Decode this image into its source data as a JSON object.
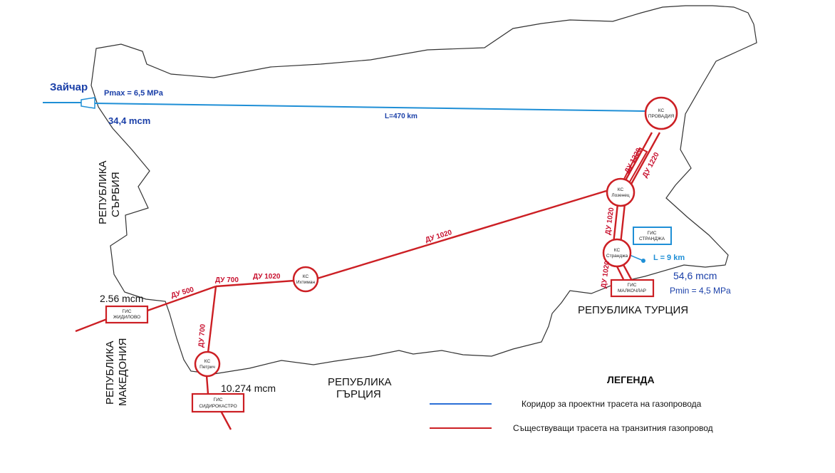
{
  "colors": {
    "corridor": "#1f8fd6",
    "existing": "#cc1f24",
    "label_blue": "#1a3fa8",
    "border": "#333333"
  },
  "cities": {
    "zaichar": "Зайчар"
  },
  "values": {
    "pmax": "Pmax = 6,5 MPa",
    "mcm_zaichar": "34,4 mcm",
    "length_main": "L=470 km",
    "length_short": "L = 9 km",
    "mcm_strandzha": "54,6 mcm",
    "pmin": "Pmin = 4,5 MPa",
    "mcm_zhidilovo": "2.56 mcm",
    "mcm_sidirokastro": "10.274 mcm"
  },
  "stations": {
    "provadia": {
      "l1": "КС",
      "l2": "ПРОВАДИЯ"
    },
    "lozenets": {
      "l1": "КС",
      "l2": "Лозенец"
    },
    "strandzha_ks": {
      "l1": "КС",
      "l2": "Странджа"
    },
    "ihtiman": {
      "l1": "КС",
      "l2": "Ихтиман"
    },
    "petrich": {
      "l1": "КС",
      "l2": "Петрич"
    },
    "strandzha_gis": {
      "l1": "ГИС",
      "l2": "СТРАНДЖА"
    },
    "malkochlar": {
      "l1": "ГИС",
      "l2": "МАЛКОЧЛАР"
    },
    "zhidilovo": {
      "l1": "ГИС",
      "l2": "ЖИДИЛОВО"
    },
    "sidirokastro": {
      "l1": "ГИС",
      "l2": "СИДИРОКАСТРО"
    }
  },
  "pipes": {
    "du1220_a": "ДУ 1220",
    "du1220_b": "ДУ 1220",
    "du1020_main": "ДУ 1020",
    "du1020_lozenets": "ДУ 1020",
    "du1020_strandzha": "ДУ 1020",
    "du1020_ihtiman": "ДУ 1020",
    "du700_a": "ДУ 700",
    "du700_b": "ДУ 700",
    "du500": "ДУ 500"
  },
  "countries": {
    "serbia_1": "РЕПУБЛИКА",
    "serbia_2": "СЪРБИЯ",
    "macedonia_1": "РЕПУБЛИКА",
    "macedonia_2": "МАКЕДОНИЯ",
    "greece_1": "РЕПУБЛИКА",
    "greece_2": "ГЪРЦИЯ",
    "turkey": "РЕПУБЛИКА ТУРЦИЯ"
  },
  "legend": {
    "title": "ЛЕГЕНДА",
    "corridor": "Коридор за проектни трасета на газопровода",
    "existing": "Съществуващи трасета на транзитния газопровод"
  }
}
